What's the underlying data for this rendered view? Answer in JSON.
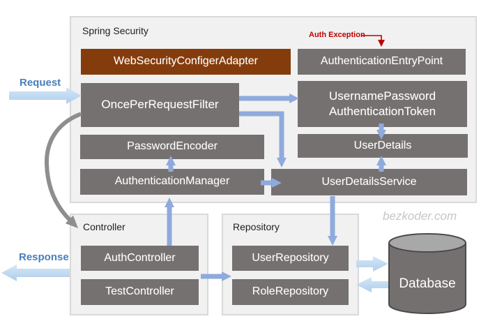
{
  "diagram": {
    "watermark": "bezkoder.com",
    "request_label": "Request",
    "response_label": "Response",
    "auth_exception_label": "Auth Exception"
  },
  "containers": {
    "spring_security": "Spring Security",
    "controller": "Controller",
    "repository": "Repository"
  },
  "boxes": {
    "web_security_configer_adapter": "WebSecurityConfigerAdapter",
    "authentication_entry_point": "AuthenticationEntryPoint",
    "once_per_request_filter": "OncePerRequestFilter",
    "username_password_token_line1": "UsernamePassword",
    "username_password_token_line2": "AuthenticationToken",
    "password_encoder": "PasswordEncoder",
    "user_details": "UserDetails",
    "authentication_manager": "AuthenticationManager",
    "user_details_service": "UserDetailsService",
    "auth_controller": "AuthController",
    "test_controller": "TestController",
    "user_repository": "UserRepository",
    "role_repository": "RoleRepository",
    "database": "Database"
  },
  "colors": {
    "box_gray": "#767171",
    "box_brown": "#843C0C",
    "container_bg": "#F1F1F1",
    "container_border": "#D9D9D9",
    "arrow_blue": "#8FAADC",
    "arrow_light_blue": "#AECFEC",
    "arrow_light_blue_light": "#D5E6F5",
    "label_blue": "#4A7EBB",
    "exception_red": "#C00000",
    "arrow_gray": "#908D8D",
    "watermark_gray": "#C6C6C6",
    "db_body": "#757070",
    "db_top": "#A8A8A8",
    "db_outline": "#4A4A4A"
  }
}
